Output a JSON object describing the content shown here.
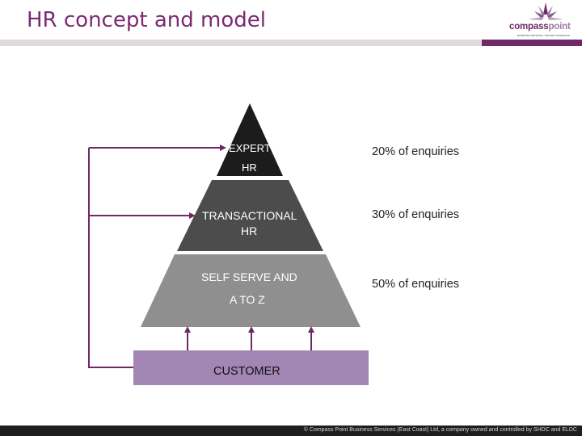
{
  "header": {
    "title": "HR concept and model",
    "logo_text_part1": "compass",
    "logo_text_part2": "point",
    "logo_tagline": "business services, human resources"
  },
  "pyramid": {
    "levels": [
      {
        "label_line1": "EXPERT",
        "label_line2": "HR",
        "share": "20% of enquiries",
        "fill": "#1c1c1c"
      },
      {
        "label_line1": "TRANSACTIONAL",
        "label_line2": "HR",
        "share": "30% of enquiries",
        "fill": "#4c4c4c"
      },
      {
        "label_line1": "SELF SERVE AND",
        "label_line2": "A TO Z",
        "share": "50% of enquiries",
        "fill": "#8f8f8f"
      }
    ]
  },
  "customer": {
    "label": "CUSTOMER",
    "fill": "#a286b4"
  },
  "connector_color": "#6e2966",
  "footer": {
    "text": "© Compass Point Business Services (East Coast) Ltd, a company owned and controlled by SHDC and ELDC"
  }
}
